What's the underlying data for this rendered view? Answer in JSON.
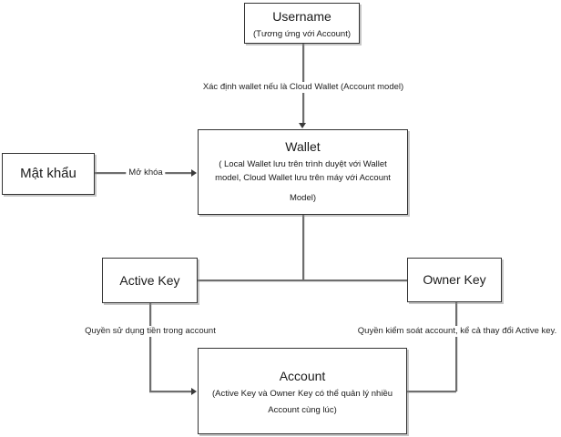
{
  "diagram": {
    "colors": {
      "background": "#ffffff",
      "box_border": "#333333",
      "line": "#6e6e6e",
      "text": "#1a1a1a"
    },
    "nodes": {
      "username": {
        "title": "Username",
        "subtitle": "(Tương ứng với Account)"
      },
      "wallet": {
        "title": "Wallet",
        "subtitle_line1": "( Local Wallet lưu trên trình duyệt với Wallet",
        "subtitle_line2": "model, Cloud Wallet lưu trên máy với Account",
        "subtitle_line3": "Model)"
      },
      "password": {
        "title": "Mật khẩu"
      },
      "active_key": {
        "title": "Active Key"
      },
      "owner_key": {
        "title": "Owner Key"
      },
      "account": {
        "title": "Account",
        "subtitle_line1": "(Active Key và Owner Key có thể quản lý nhiều",
        "subtitle_line2": "Account cùng lúc)"
      }
    },
    "edges": {
      "username_to_wallet": {
        "label": "Xác định wallet nếu là Cloud Wallet (Account model)"
      },
      "password_to_wallet": {
        "label": "Mở khóa"
      },
      "active_key_to_account": {
        "label": "Quyền sử dụng tiền trong account"
      },
      "owner_key_to_account": {
        "label": "Quyền kiểm soát account, kể cả thay đổi Active key."
      }
    }
  }
}
